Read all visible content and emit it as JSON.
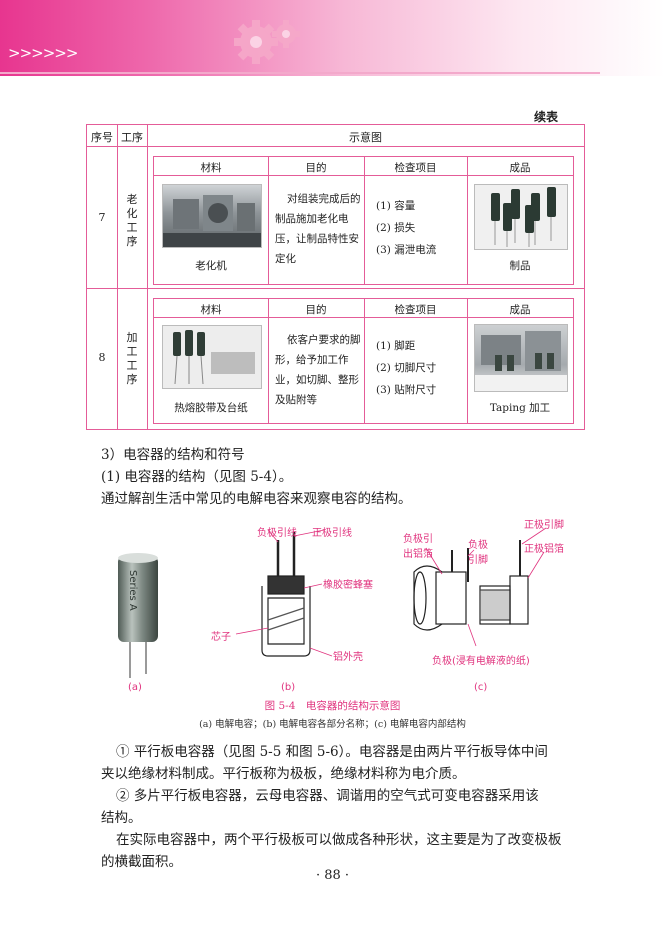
{
  "header": {
    "chevrons": ">>>>>>"
  },
  "continued_label": "续表",
  "table": {
    "headers": {
      "seq": "序号",
      "process": "工序",
      "diagram": "示意图"
    },
    "inner_headers": {
      "material": "材料",
      "purpose": "目的",
      "check": "检查项目",
      "product": "成品"
    },
    "rows": [
      {
        "seq": "7",
        "process": [
          "老",
          "化",
          "工",
          "序"
        ],
        "material_caption": "老化机",
        "purpose_lines": [
          "对组装完成后的",
          "制品施加老化电",
          "压，让制品特性安",
          "定化"
        ],
        "checks": [
          "(1) 容量",
          "(2) 损失",
          "(3) 漏泄电流"
        ],
        "product_caption": "制品"
      },
      {
        "seq": "8",
        "process": [
          "加",
          "工",
          "工",
          "序"
        ],
        "material_caption": "热熔胶带及台纸",
        "purpose_lines": [
          "依客户要求的脚",
          "形，给予加工作",
          "业，如切脚、整形",
          "及贴附等"
        ],
        "checks": [
          "(1) 脚距",
          "(2) 切脚尺寸",
          "(3) 贴附尺寸"
        ],
        "product_caption": "Taping 加工"
      }
    ]
  },
  "body": {
    "section_title": "3）电容器的结构和符号",
    "sub_title": "(1) 电容器的结构（见图 5-4）。",
    "intro": "通过解剖生活中常见的电解电容来观察电容的结构。",
    "para1_lines": [
      "① 平行板电容器（见图 5-5 和图 5-6）。电容器是由两片平行板导体中间",
      "夹以绝缘材料制成。平行板称为极板，绝缘材料称为电介质。"
    ],
    "para2_lines": [
      "② 多片平行板电容器，云母电容器、调谐用的空气式可变电容器采用该",
      "结构。"
    ],
    "para3_lines": [
      "在实际电容器中，两个平行极板可以做成各种形状，这主要是为了改变极板",
      "的横截面积。"
    ]
  },
  "figure": {
    "labels_b": {
      "neg_lead": "负极引线",
      "pos_lead": "正极引线",
      "seal": "橡胶密蜂塞",
      "core": "芯子",
      "shell": "铝外壳"
    },
    "labels_c": {
      "neg_foil_1": "负极引",
      "neg_foil_2": "出铝箔",
      "neg_pin_1": "负极",
      "neg_pin_2": "引脚",
      "pos_pin": "正极引脚",
      "pos_foil": "正极铝箔",
      "paper": "负极(浸有电解液的纸)"
    },
    "cap_brand": "Series A",
    "sub_a": "(a)",
    "sub_b": "(b)",
    "sub_c": "(c)",
    "caption": "图 5-4　电容器的结构示意图",
    "subcaption": "(a) 电解电容；(b) 电解电容各部分名称；(c) 电解电容内部结构"
  },
  "page_number": "· 88 ·",
  "colors": {
    "accent": "#e45c98",
    "header_pink": "#e7358f"
  }
}
